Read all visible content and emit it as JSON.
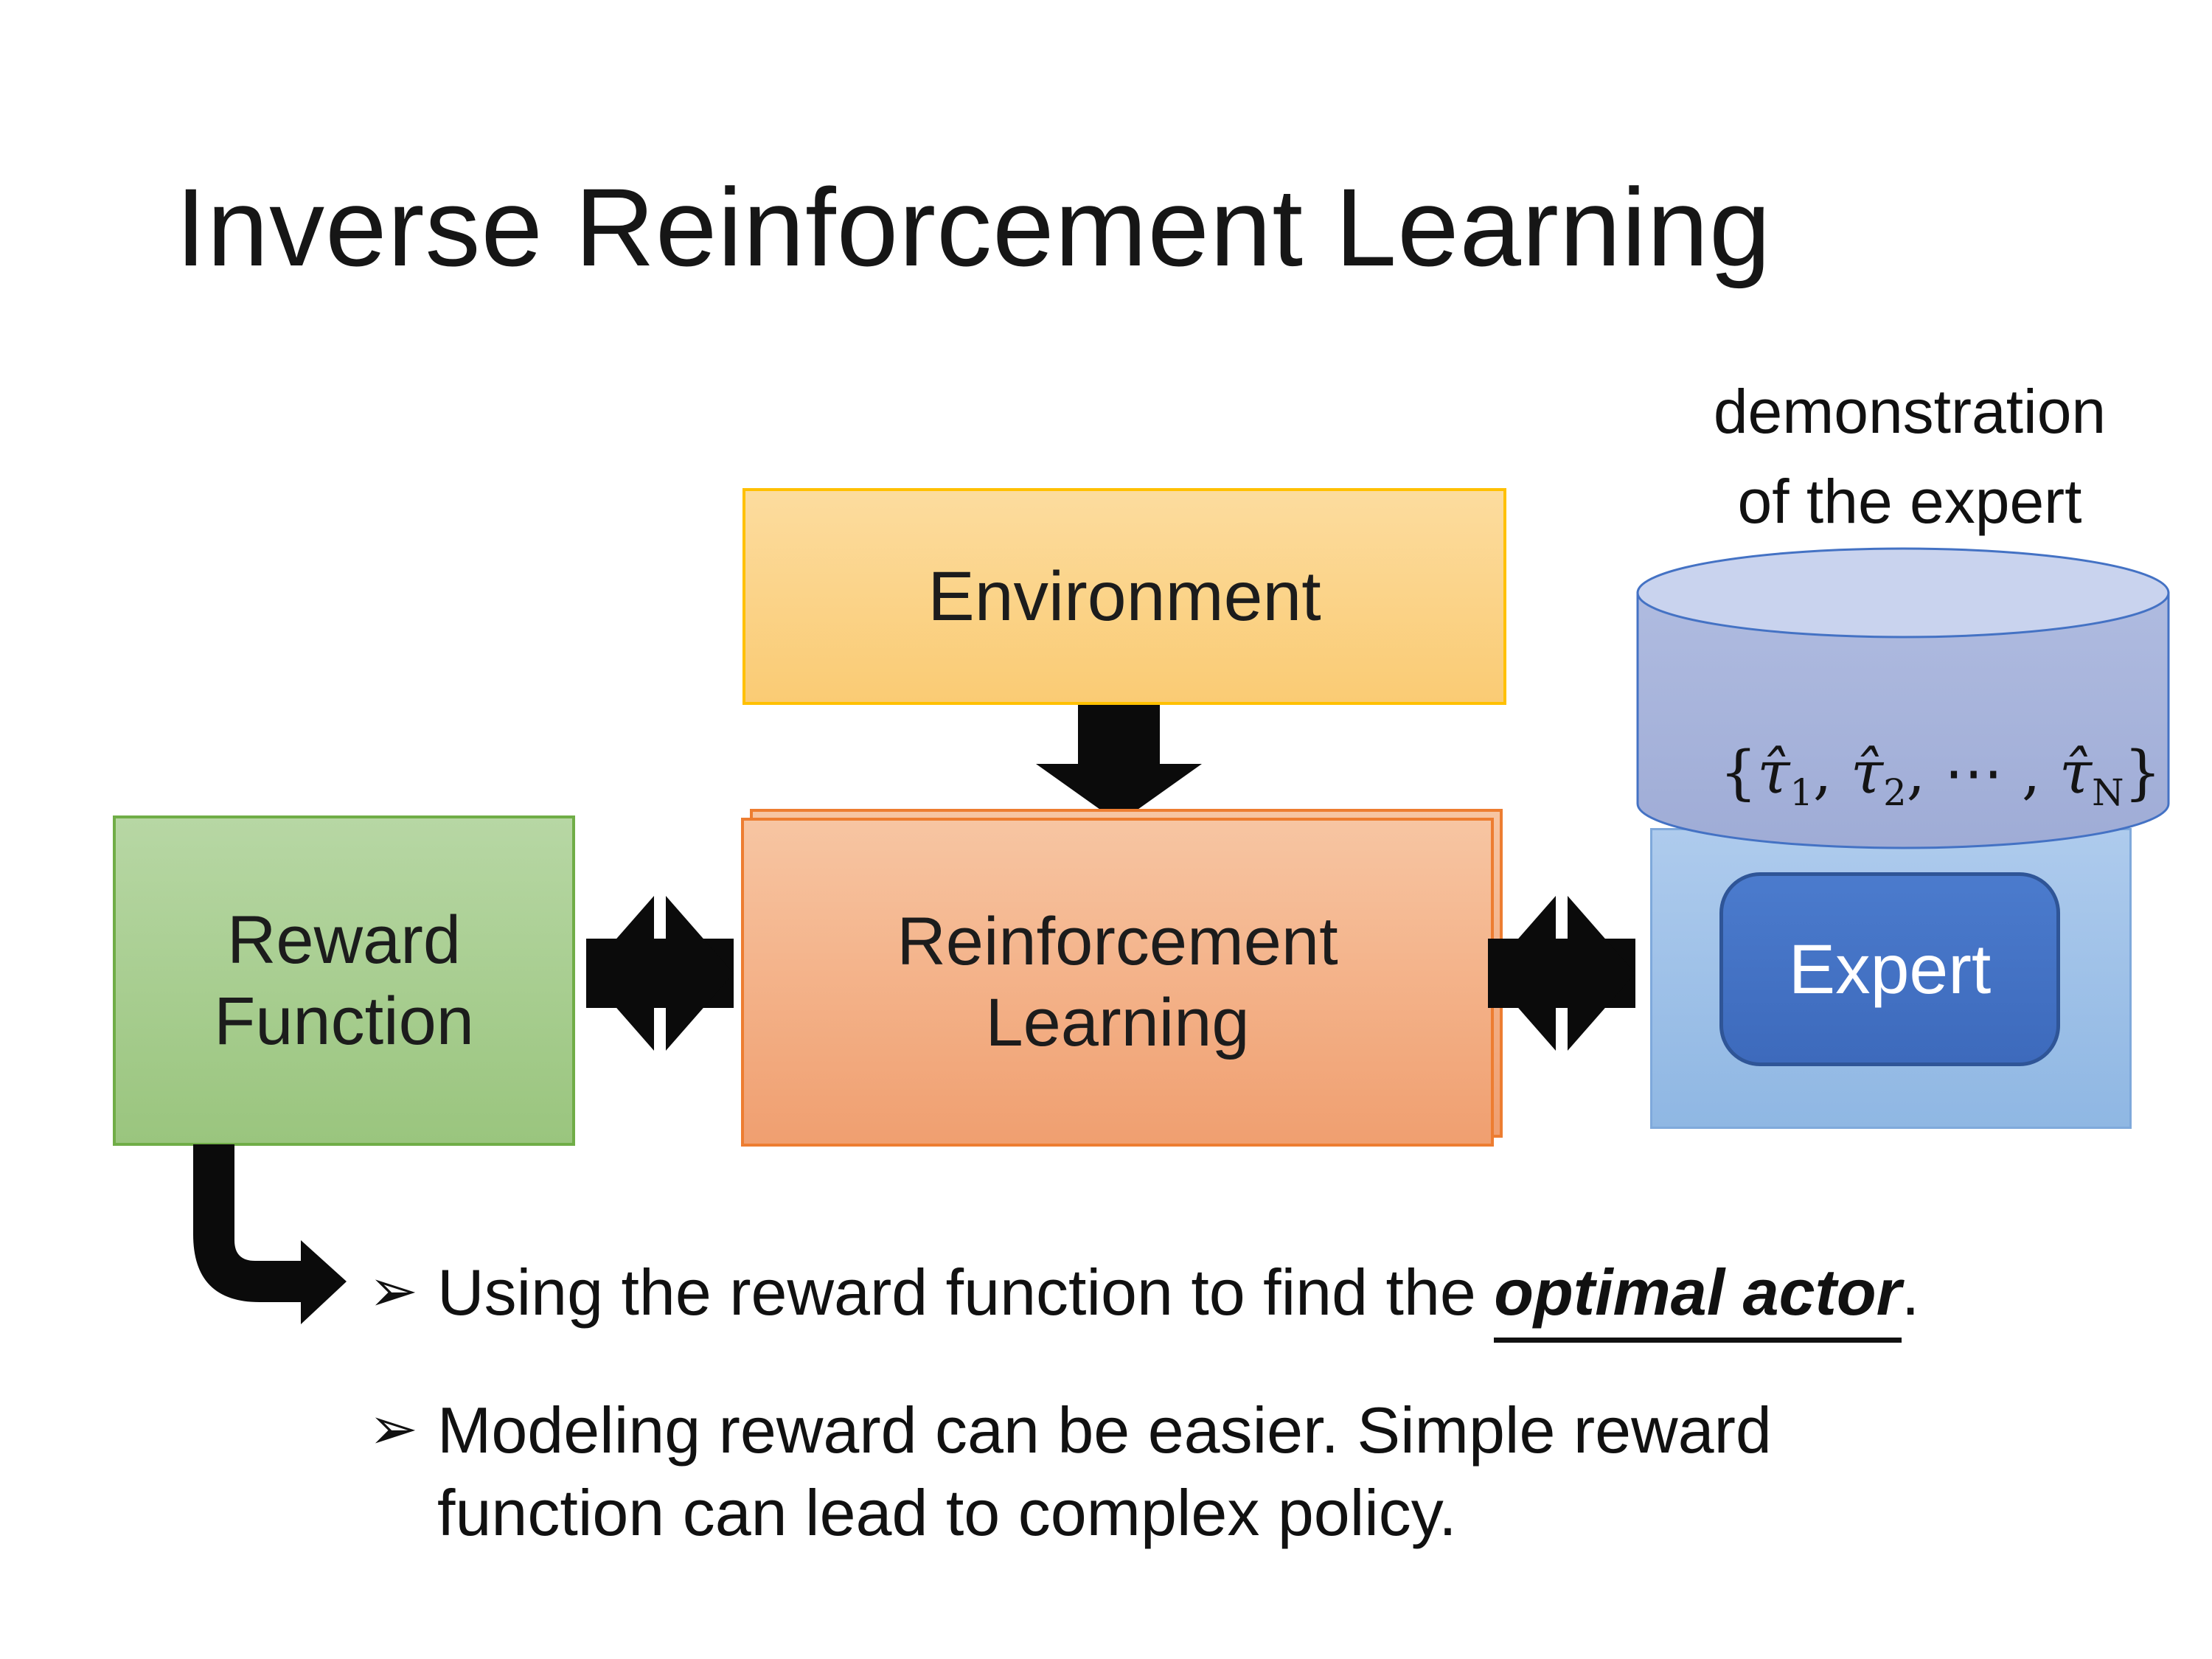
{
  "slide": {
    "title": "Inverse Reinforcement Learning",
    "annotation": {
      "line1": "demonstration",
      "line2": "of the expert"
    },
    "environment_box": {
      "label": "Environment"
    },
    "reward_box": {
      "line1": "Reward",
      "line2": "Function"
    },
    "rl_box": {
      "line1": "Reinforcement",
      "line2": "Learning"
    },
    "expert_box": {
      "label": "Expert"
    },
    "demonstration_set": {
      "open": "{",
      "tau": "τ̂",
      "sub1": "1",
      "sep1": ", ",
      "sub2": "2",
      "sep2": ", ⋯ , ",
      "subN": "N",
      "close": "}"
    },
    "bullets": {
      "item1": {
        "glyph": "➢",
        "prefix": "Using the reward function to find the ",
        "emphasis": "optimal actor",
        "suffix": "."
      },
      "item2": {
        "glyph": "➢",
        "line1": "Modeling reward can be easier. Simple reward",
        "line2": "function can lead to complex policy."
      }
    },
    "icons": {
      "down_arrow": "down-arrow",
      "double_arrow": "left-right-double-arrow",
      "elbow_arrow": "elbow-down-right-arrow",
      "cylinder": "database-cylinder"
    },
    "colors": {
      "environment_fill_top": "#FCDC9E",
      "environment_fill_bottom": "#FACB74",
      "environment_border": "#FFC000",
      "rl_fill_top": "#F7C5A2",
      "rl_fill_bottom": "#F09F70",
      "rl_border": "#ED7D31",
      "reward_fill_top": "#B7D7A4",
      "reward_fill_bottom": "#9AC57E",
      "reward_border": "#70AD47",
      "expert_fill": "#3E6CBF",
      "expert_border": "#2F5597",
      "panel_fill": "#9FC0E6",
      "panel_border": "#7FA9DB",
      "cylinder_fill": "#A9B5DC",
      "cylinder_top_fill": "#C9D3EE",
      "cylinder_border": "#4472C4",
      "arrow_color": "#0B0B0B",
      "text_color": "#151515"
    }
  }
}
